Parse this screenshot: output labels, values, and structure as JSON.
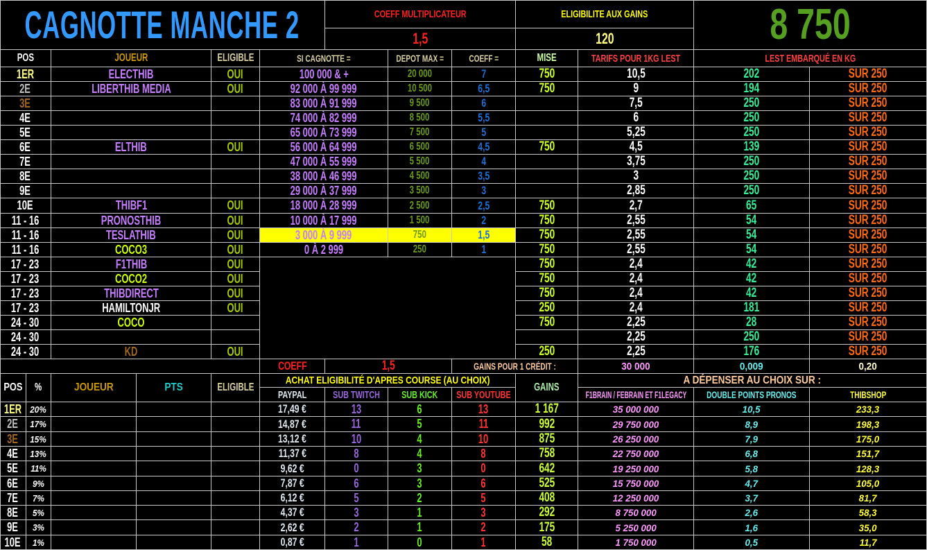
{
  "title": "CAGNOTTE MANCHE 2",
  "header": {
    "coeff_label": "COEFF MULTIPLICATEUR",
    "coeff_value": "1,5",
    "eligibilite_label": "ELIGIBILITE AUX GAINS",
    "eligibilite_value": "120",
    "cagnotte_total": "8 750"
  },
  "top_columns": {
    "pos": "POS",
    "joueur": "JOUEUR",
    "eligible": "ELIGIBLE",
    "si_cagnotte": "SI CAGNOTTE =",
    "depot_max": "DEPOT MAX =",
    "coeff": "COEFF =",
    "mise": "MISE",
    "tarifs": "TARIFS POUR 1KG LEST",
    "lest": "LEST EMBARQUÉ EN KG"
  },
  "ranking_rows": [
    {
      "pos": "1ER",
      "joueur": "ELECTHIB",
      "eligible": "OUI",
      "mise": "750",
      "tarif": "10,5",
      "lest": "202",
      "sur": "SUR 250",
      "pos_color": "#ffff80",
      "joueur_color": "#c77dff"
    },
    {
      "pos": "2E",
      "joueur": "LIBERTHIB MEDIA",
      "eligible": "OUI",
      "mise": "750",
      "tarif": "9",
      "lest": "194",
      "sur": "SUR 250",
      "pos_color": "#bfbfbf",
      "joueur_color": "#c77dff"
    },
    {
      "pos": "3E",
      "joueur": "",
      "eligible": "",
      "mise": "",
      "tarif": "7,5",
      "lest": "250",
      "sur": "SUR 250",
      "pos_color": "#a0661a",
      "joueur_color": "#c77dff"
    },
    {
      "pos": "4E",
      "joueur": "",
      "eligible": "",
      "mise": "",
      "tarif": "6",
      "lest": "250",
      "sur": "SUR 250",
      "pos_color": "#ffffff",
      "joueur_color": "#c77dff"
    },
    {
      "pos": "5E",
      "joueur": "",
      "eligible": "",
      "mise": "",
      "tarif": "5,25",
      "lest": "250",
      "sur": "SUR 250",
      "pos_color": "#ffffff",
      "joueur_color": "#c77dff"
    },
    {
      "pos": "6E",
      "joueur": "ELTHIB",
      "eligible": "OUI",
      "mise": "750",
      "tarif": "4,5",
      "lest": "139",
      "sur": "SUR 250",
      "pos_color": "#ffffff",
      "joueur_color": "#c77dff"
    },
    {
      "pos": "7E",
      "joueur": "",
      "eligible": "",
      "mise": "",
      "tarif": "3,75",
      "lest": "250",
      "sur": "SUR 250",
      "pos_color": "#ffffff",
      "joueur_color": "#c77dff"
    },
    {
      "pos": "8E",
      "joueur": "",
      "eligible": "",
      "mise": "",
      "tarif": "3",
      "lest": "250",
      "sur": "SUR 250",
      "pos_color": "#ffffff",
      "joueur_color": "#c77dff"
    },
    {
      "pos": "9E",
      "joueur": "",
      "eligible": "",
      "mise": "",
      "tarif": "2,85",
      "lest": "250",
      "sur": "SUR 250",
      "pos_color": "#ffffff",
      "joueur_color": "#c77dff"
    },
    {
      "pos": "10E",
      "joueur": "THIBF1",
      "eligible": "OUI",
      "mise": "750",
      "tarif": "2,7",
      "lest": "65",
      "sur": "SUR 250",
      "pos_color": "#ffffff",
      "joueur_color": "#c77dff"
    },
    {
      "pos": "11 - 16",
      "joueur": "PRONOSTHIB",
      "eligible": "OUI",
      "mise": "750",
      "tarif": "2,55",
      "lest": "54",
      "sur": "SUR 250",
      "pos_color": "#ffffff",
      "joueur_color": "#c77dff"
    },
    {
      "pos": "11 - 16",
      "joueur": "TESLATHIB",
      "eligible": "OUI",
      "mise": "750",
      "tarif": "2,55",
      "lest": "54",
      "sur": "SUR 250",
      "pos_color": "#ffffff",
      "joueur_color": "#c77dff"
    },
    {
      "pos": "11 - 16",
      "joueur": "COCO3",
      "eligible": "OUI",
      "mise": "750",
      "tarif": "2,55",
      "lest": "54",
      "sur": "SUR 250",
      "pos_color": "#ffffff",
      "joueur_color": "#ccff00"
    },
    {
      "pos": "17 - 23",
      "joueur": "F1THIB",
      "eligible": "OUI",
      "mise": "750",
      "tarif": "2,4",
      "lest": "42",
      "sur": "SUR 250",
      "pos_color": "#ffffff",
      "joueur_color": "#c77dff"
    },
    {
      "pos": "17 - 23",
      "joueur": "COCO2",
      "eligible": "OUI",
      "mise": "750",
      "tarif": "2,4",
      "lest": "42",
      "sur": "SUR 250",
      "pos_color": "#ffffff",
      "joueur_color": "#ccff00"
    },
    {
      "pos": "17 - 23",
      "joueur": "THIBDIRECT",
      "eligible": "OUI",
      "mise": "750",
      "tarif": "2,4",
      "lest": "42",
      "sur": "SUR 250",
      "pos_color": "#ffffff",
      "joueur_color": "#c77dff"
    },
    {
      "pos": "17 - 23",
      "joueur": "HAMILTONJR",
      "eligible": "OUI",
      "mise": "250",
      "tarif": "2,4",
      "lest": "181",
      "sur": "SUR 250",
      "pos_color": "#ffffff",
      "joueur_color": "#ffffff"
    },
    {
      "pos": "24 - 30",
      "joueur": "COCO",
      "eligible": "",
      "mise": "750",
      "tarif": "2,25",
      "lest": "28",
      "sur": "SUR 250",
      "pos_color": "#ffffff",
      "joueur_color": "#ccff00"
    },
    {
      "pos": "24 - 30",
      "joueur": "",
      "eligible": "",
      "mise": "",
      "tarif": "2,25",
      "lest": "250",
      "sur": "SUR 250",
      "pos_color": "#ffffff",
      "joueur_color": "#c77dff"
    },
    {
      "pos": "24 - 30",
      "joueur": "KD",
      "eligible": "OUI",
      "mise": "250",
      "tarif": "2,25",
      "lest": "176",
      "sur": "SUR 250",
      "pos_color": "#ffffff",
      "joueur_color": "#a0661a"
    }
  ],
  "cagnotte_tiers": [
    {
      "range": "100 000 & +",
      "depot": "20 000",
      "coeff": "7",
      "highlight": false
    },
    {
      "range": "92 000 À 99 999",
      "depot": "10 500",
      "coeff": "6,5",
      "highlight": false
    },
    {
      "range": "83 000 À 91 999",
      "depot": "9 500",
      "coeff": "6",
      "highlight": false
    },
    {
      "range": "74 000 À 82 999",
      "depot": "8 500",
      "coeff": "5,5",
      "highlight": false
    },
    {
      "range": "65 000 À 73 999",
      "depot": "7 500",
      "coeff": "5",
      "highlight": false
    },
    {
      "range": "56 000 À 64 999",
      "depot": "6 500",
      "coeff": "4,5",
      "highlight": false
    },
    {
      "range": "47 000 À 55 999",
      "depot": "5 500",
      "coeff": "4",
      "highlight": false
    },
    {
      "range": "38 000 À 46 999",
      "depot": "4 500",
      "coeff": "3,5",
      "highlight": false
    },
    {
      "range": "29 000 À 37 999",
      "depot": "3 500",
      "coeff": "3",
      "highlight": false
    },
    {
      "range": "18 000 À 28 999",
      "depot": "2 500",
      "coeff": "2,5",
      "highlight": false
    },
    {
      "range": "10 000 À 17 999",
      "depot": "1 500",
      "coeff": "2",
      "highlight": false
    },
    {
      "range": "3 000 À 9 999",
      "depot": "750",
      "coeff": "1,5",
      "highlight": true
    },
    {
      "range": "0 À 2 999",
      "depot": "250",
      "coeff": "1",
      "highlight": false
    }
  ],
  "summary": {
    "coeff_label": "COEFF",
    "coeff_value": "1,5",
    "gains_label": "GAINS POUR 1 CRÉDIT :",
    "gains_f1brain": "30 000",
    "gains_double": "0,009",
    "gains_thibshop": "0,20"
  },
  "bottom_columns": {
    "pos": "POS",
    "pct": "%",
    "joueur": "JOUEUR",
    "pts": "PTS",
    "eligible": "ELIGIBLE",
    "achat_title": "ACHAT ELIGIBILITÉ D'APRES COURSE (AU CHOIX)",
    "paypal": "PAYPAL",
    "sub_twitch": "SUB TWITCH",
    "sub_kick": "SUB KICK",
    "sub_youtube": "SUB YOUTUBE",
    "gains": "GAINS",
    "depenser_title": "A DÉPENSER AU CHOIX SUR :",
    "f1brain": "F1BRAIN / FEBRAIN ET F1LEGACY",
    "double_points": "DOUBLE POINTS PRONOS",
    "thibshop": "THIBSHOP"
  },
  "payout_rows": [
    {
      "pos": "1ER",
      "pct": "20%",
      "paypal": "17,49 €",
      "twitch": "13",
      "kick": "6",
      "youtube": "13",
      "gains": "1 167",
      "f1brain": "35 000 000",
      "double": "10,5",
      "thibshop": "233,3",
      "pos_color": "#ffff80"
    },
    {
      "pos": "2E",
      "pct": "17%",
      "paypal": "14,87 €",
      "twitch": "11",
      "kick": "5",
      "youtube": "11",
      "gains": "992",
      "f1brain": "29 750 000",
      "double": "8,9",
      "thibshop": "198,3",
      "pos_color": "#bfbfbf"
    },
    {
      "pos": "3E",
      "pct": "15%",
      "paypal": "13,12 €",
      "twitch": "10",
      "kick": "4",
      "youtube": "10",
      "gains": "875",
      "f1brain": "26 250 000",
      "double": "7,9",
      "thibshop": "175,0",
      "pos_color": "#a0661a"
    },
    {
      "pos": "4E",
      "pct": "13%",
      "paypal": "11,37 €",
      "twitch": "8",
      "kick": "4",
      "youtube": "8",
      "gains": "758",
      "f1brain": "22 750 000",
      "double": "6,8",
      "thibshop": "151,7",
      "pos_color": "#ffffff"
    },
    {
      "pos": "5E",
      "pct": "11%",
      "paypal": "9,62 €",
      "twitch": "0",
      "kick": "3",
      "youtube": "0",
      "gains": "642",
      "f1brain": "19 250 000",
      "double": "5,8",
      "thibshop": "128,3",
      "pos_color": "#ffffff"
    },
    {
      "pos": "6E",
      "pct": "9%",
      "paypal": "7,87 €",
      "twitch": "6",
      "kick": "3",
      "youtube": "6",
      "gains": "525",
      "f1brain": "15 750 000",
      "double": "4,7",
      "thibshop": "105,0",
      "pos_color": "#ffffff"
    },
    {
      "pos": "7E",
      "pct": "7%",
      "paypal": "6,12 €",
      "twitch": "5",
      "kick": "2",
      "youtube": "5",
      "gains": "408",
      "f1brain": "12 250 000",
      "double": "3,7",
      "thibshop": "81,7",
      "pos_color": "#ffffff"
    },
    {
      "pos": "8E",
      "pct": "5%",
      "paypal": "4,37 €",
      "twitch": "3",
      "kick": "1",
      "youtube": "3",
      "gains": "292",
      "f1brain": "8 750 000",
      "double": "2,6",
      "thibshop": "58,3",
      "pos_color": "#ffffff"
    },
    {
      "pos": "9E",
      "pct": "3%",
      "paypal": "2,62 €",
      "twitch": "2",
      "kick": "1",
      "youtube": "2",
      "gains": "175",
      "f1brain": "5 250 000",
      "double": "1,6",
      "thibshop": "35,0",
      "pos_color": "#ffffff"
    },
    {
      "pos": "10E",
      "pct": "1%",
      "paypal": "0,87 €",
      "twitch": "1",
      "kick": "0",
      "youtube": "1",
      "gains": "58",
      "f1brain": "1 750 000",
      "double": "0,5",
      "thibshop": "11,7",
      "pos_color": "#ffffff"
    }
  ],
  "colors": {
    "title_blue": "#3399ff",
    "coeff_red": "#ff2020",
    "eligibilite_yellow": "#ffff00",
    "total_green": "#55a020",
    "header_beige": "#d8d0a0",
    "joueur_gold": "#cc9900",
    "oui_green": "#a8c800",
    "range_purple": "#c77dff",
    "depot_olive": "#6a9a10",
    "coeff_blue": "#1f6fd8",
    "mise_lime": "#ccff22",
    "mise_header": "#ccffaa",
    "tarifs_red": "#ff4040",
    "lest_green": "#33ee99",
    "sur_orange": "#ff6a10",
    "highlight_yellow": "#ffff00",
    "pts_cyan": "#22cccc",
    "paypal_white": "#e0e8f0",
    "twitch_purple": "#9966dd",
    "kick_green": "#66ee22",
    "youtube_red": "#ff3333",
    "gains_green": "#ccff33",
    "gains_header": "#aaeeaa",
    "f1brain_pink": "#ff99ff",
    "double_cyan": "#66eeee",
    "thibshop_yellow": "#ffff33",
    "depenser_peach": "#ffcc99",
    "gains_credit_peach": "#ffcc99"
  }
}
